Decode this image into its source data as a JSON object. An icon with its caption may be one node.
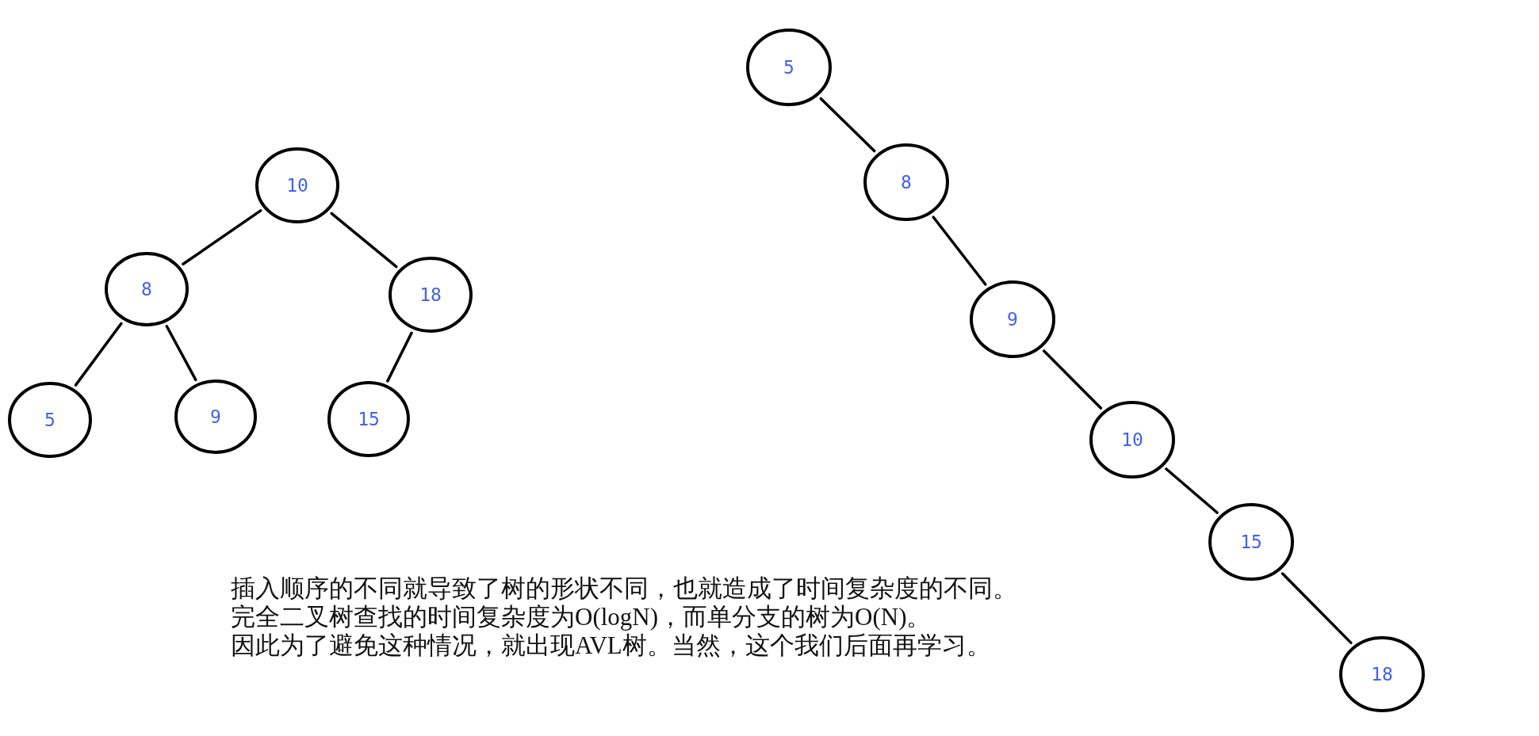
{
  "diagram": {
    "nodes": [
      {
        "text": [
          "10"
        ]
      },
      {
        "text": [
          "8"
        ]
      },
      {
        "text": [
          "18"
        ]
      },
      {
        "text": [
          "5"
        ]
      },
      {
        "text": [
          "9"
        ]
      },
      {
        "text": [
          "15"
        ]
      },
      {
        "text": [
          "5"
        ]
      },
      {
        "text": [
          "8"
        ]
      },
      {
        "text": [
          "9"
        ]
      },
      {
        "text": [
          "10"
        ]
      },
      {
        "text": [
          "15"
        ]
      },
      {
        "text": [
          "18"
        ]
      }
    ],
    "edges": [
      {
        "from": 0,
        "to": 1,
        "arrow": "none"
      },
      {
        "from": 0,
        "to": 2,
        "arrow": "none"
      },
      {
        "from": 1,
        "to": 3,
        "arrow": "none"
      },
      {
        "from": 1,
        "to": 4,
        "arrow": "none"
      },
      {
        "from": 2,
        "to": 5,
        "arrow": "none"
      },
      {
        "from": 6,
        "to": 7,
        "arrow": "none"
      },
      {
        "from": 7,
        "to": 8,
        "arrow": "none"
      },
      {
        "from": 8,
        "to": 9,
        "arrow": "none"
      },
      {
        "from": 9,
        "to": 10,
        "arrow": "none"
      },
      {
        "from": 10,
        "to": 11,
        "arrow": "none"
      }
    ],
    "labels": [
      "插入顺序的不同就导致了树的形状不同，也就造成了时间复杂度的不同。",
      "完全二叉树查找的时间复杂度为O(logN)，而单分支的树为O(N)。",
      "因此为了避免这种情况，就出现AVL树。当然，这个我们后面再学习。"
    ]
  }
}
